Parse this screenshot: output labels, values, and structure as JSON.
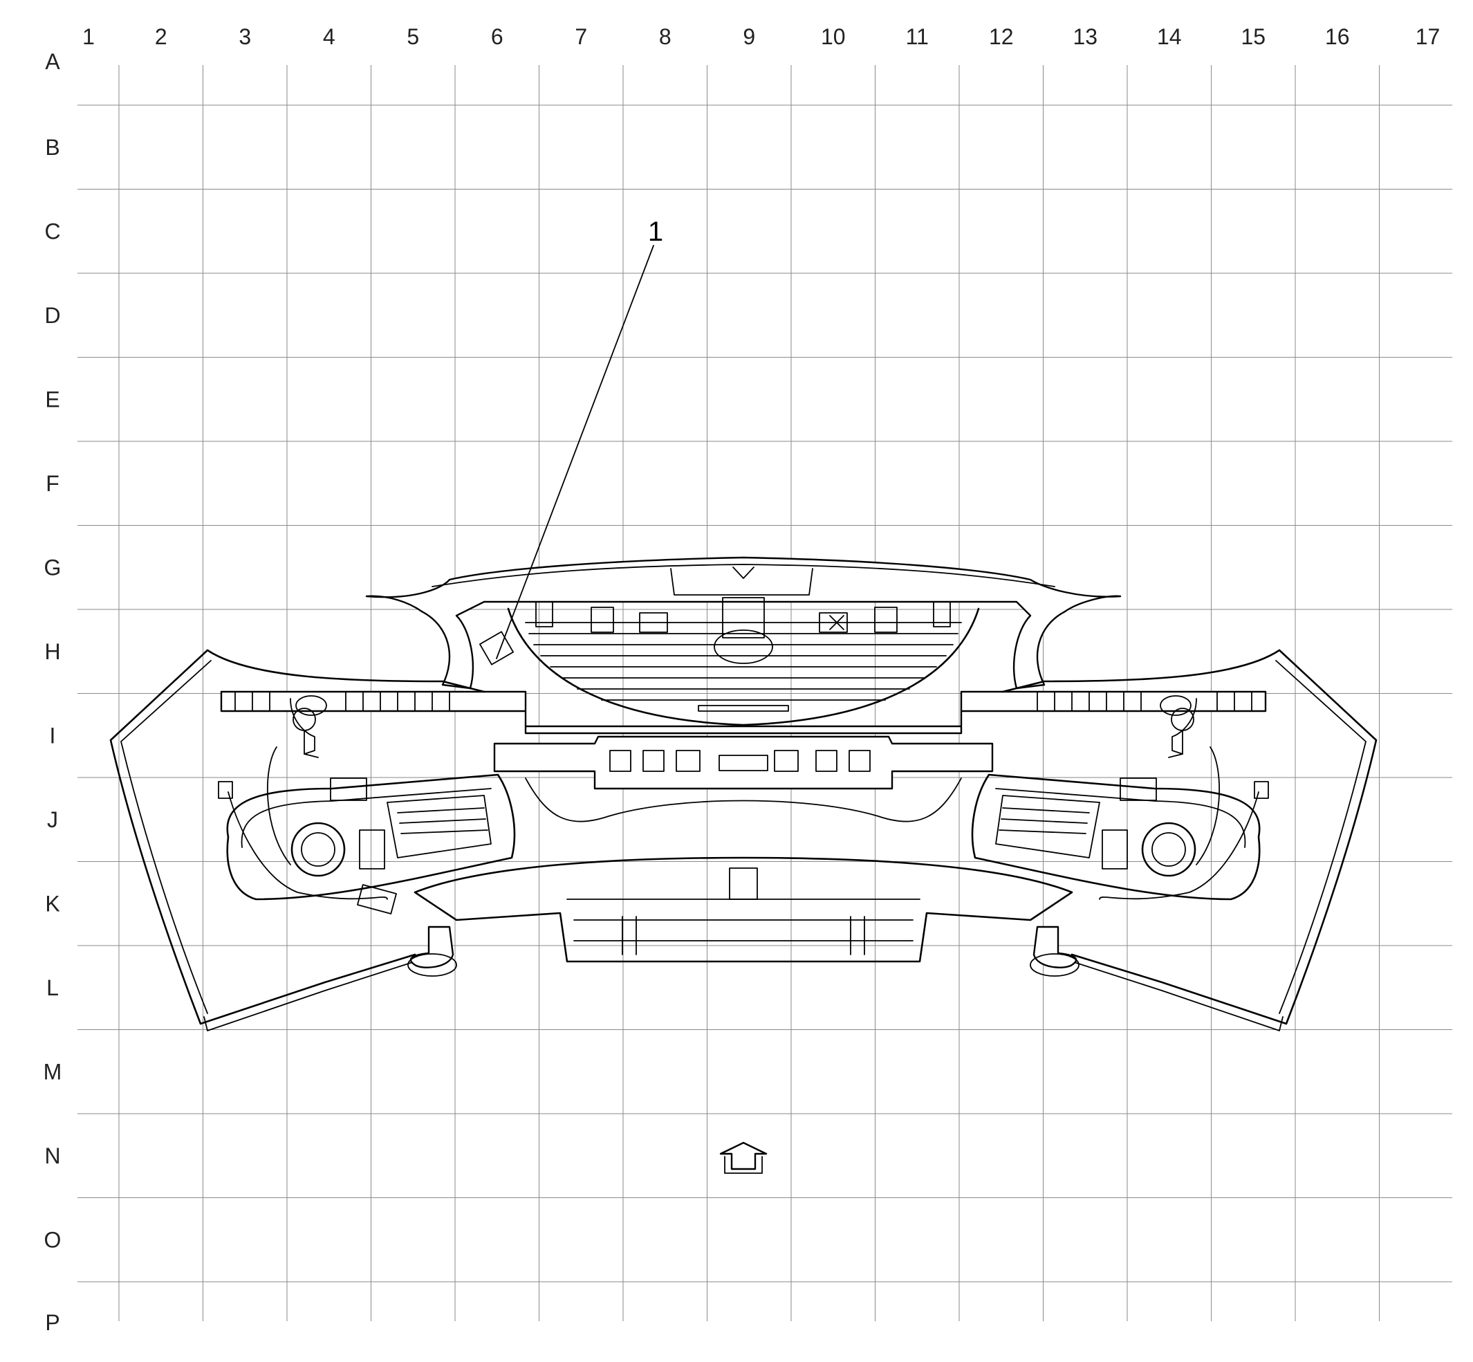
{
  "grid": {
    "columns": [
      "1",
      "2",
      "3",
      "4",
      "5",
      "6",
      "7",
      "8",
      "9",
      "10",
      "11",
      "12",
      "13",
      "14",
      "15",
      "16",
      "17"
    ],
    "rows": [
      "A",
      "B",
      "C",
      "D",
      "E",
      "F",
      "G",
      "H",
      "I",
      "J",
      "K",
      "L",
      "M",
      "N",
      "O",
      "P"
    ]
  },
  "callouts": [
    {
      "label": "1"
    }
  ],
  "icons": {
    "view_direction": "view-direction-arrow-icon"
  }
}
